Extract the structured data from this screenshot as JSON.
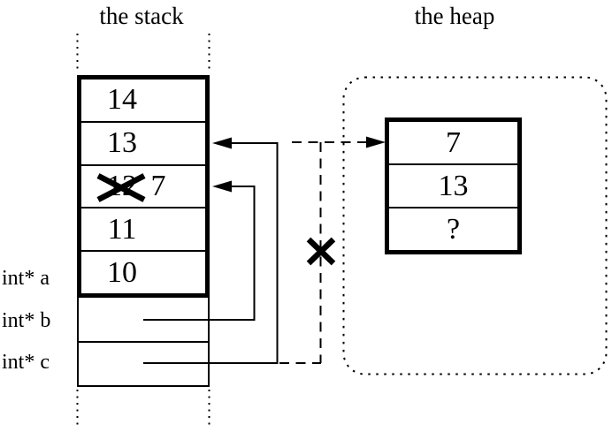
{
  "diagram": {
    "stack": {
      "title": "the stack",
      "cells": [
        {
          "value": "14"
        },
        {
          "value": "13"
        },
        {
          "value": "12",
          "crossed_out": true,
          "new_value": "7"
        },
        {
          "value": "11"
        },
        {
          "value": "10"
        }
      ],
      "variable_labels": [
        {
          "text": "int* a"
        },
        {
          "text": "int* b"
        },
        {
          "text": "int* c"
        }
      ]
    },
    "heap": {
      "title": "the heap",
      "cells": [
        {
          "value": "7"
        },
        {
          "value": "13"
        },
        {
          "value": "?"
        }
      ]
    },
    "colors": {
      "ink": "#000000",
      "background": "#ffffff"
    }
  }
}
